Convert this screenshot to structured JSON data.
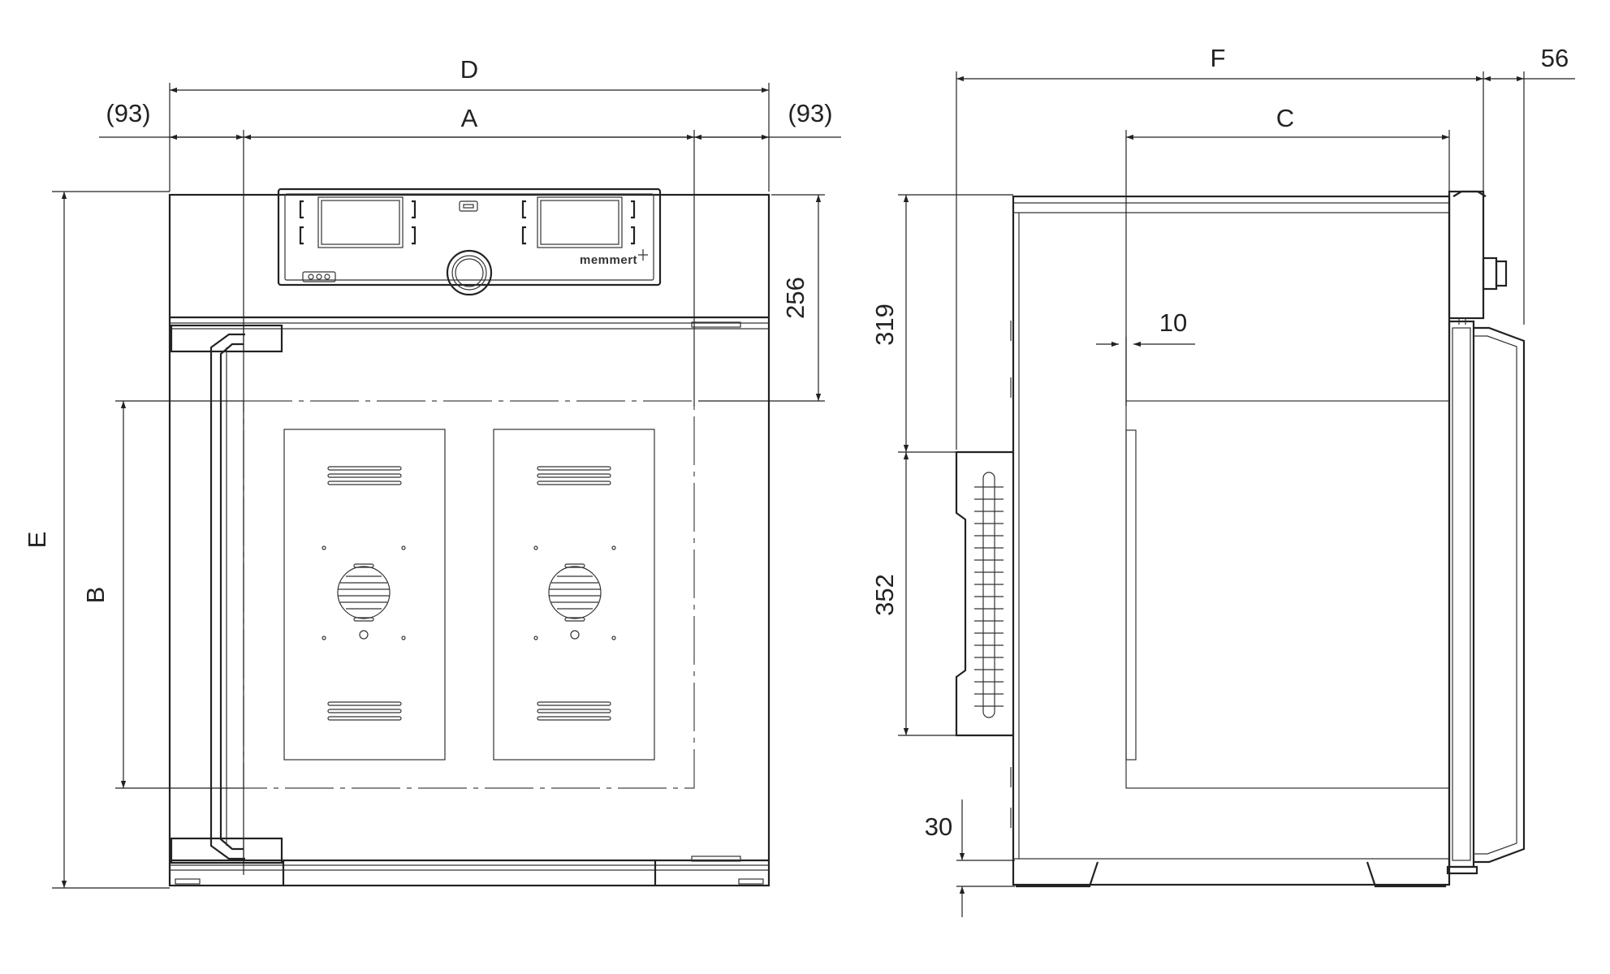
{
  "dimensions": {
    "D": "D",
    "A": "A",
    "left_offset": "(93)",
    "right_offset": "(93)",
    "E": "E",
    "B": "B",
    "control_panel_height": "256",
    "F": "F",
    "C": "C",
    "handle_depth": "56",
    "offset_10": "10",
    "side_upper": "319",
    "side_mid": "352",
    "foot_height": "30"
  },
  "brand_label": "memmert"
}
